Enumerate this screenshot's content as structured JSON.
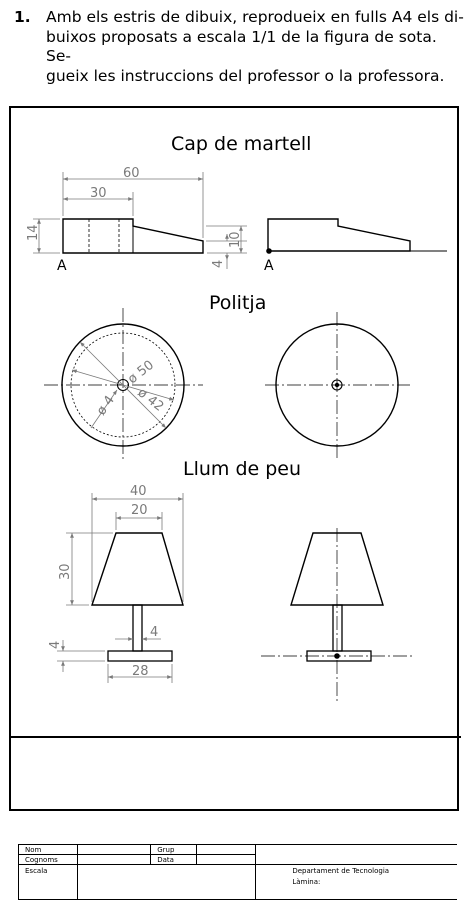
{
  "instructions": {
    "number": "1.",
    "lines": [
      "Amb els estris de dibuix, reprodueix en fulls A4 els di-",
      "buixos proposats a escala 1/1 de la figura de sota. Se-",
      "gueix les instruccions del professor o la professora."
    ]
  },
  "drawings": {
    "hammer": {
      "title": "Cap de martell",
      "dims": {
        "d60": "60",
        "d30": "30",
        "d14": "14",
        "d10": "10",
        "d4": "4"
      },
      "point_label": "A"
    },
    "pulley": {
      "title": "Politja",
      "dims": {
        "d50": "ø 50",
        "d42": "ø 42",
        "d4": "ø 4"
      }
    },
    "lamp": {
      "title": "Llum de peu",
      "dims": {
        "d40": "40",
        "d20": "20",
        "d30": "30",
        "d4a": "4",
        "d4b": "4",
        "d28": "28"
      }
    }
  },
  "title_block": {
    "nom": "Nom",
    "grup": "Grup",
    "cognoms": "Cognoms",
    "data": "Data",
    "escala": "Escala",
    "departament": "Departament de Tecnologia",
    "lamina": "Làmina:"
  }
}
